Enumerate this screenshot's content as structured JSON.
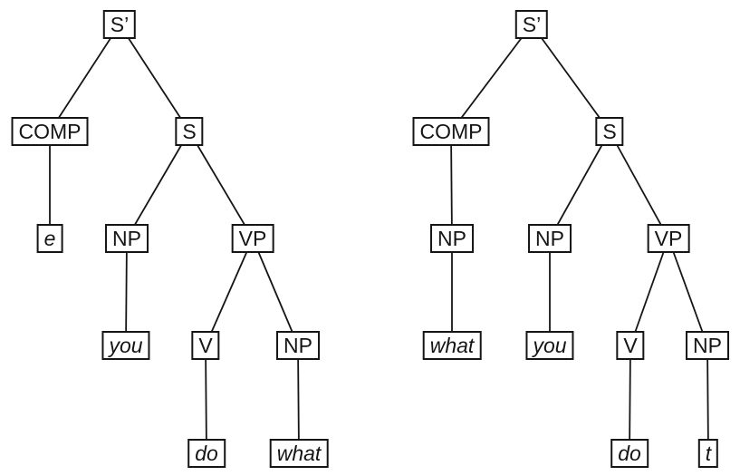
{
  "page": {
    "background": "#ffffff"
  },
  "diagram": {
    "type": "syntax_trees",
    "line_color": "#151515",
    "box": {
      "border_color": "#151515",
      "fill": "#ffffff"
    },
    "trees": [
      {
        "position": "left",
        "nodes": {
          "sbar": "S’",
          "comp": "COMP",
          "s": "S",
          "e": "e",
          "np_subj": "NP",
          "vp": "VP",
          "you": "you",
          "v": "V",
          "np_obj": "NP",
          "do": "do",
          "what": "what"
        },
        "edges": [
          [
            "sbar",
            "comp"
          ],
          [
            "sbar",
            "s"
          ],
          [
            "comp",
            "e"
          ],
          [
            "s",
            "np_subj"
          ],
          [
            "s",
            "vp"
          ],
          [
            "np_subj",
            "you"
          ],
          [
            "vp",
            "v"
          ],
          [
            "vp",
            "np_obj"
          ],
          [
            "v",
            "do"
          ],
          [
            "np_obj",
            "what"
          ]
        ]
      },
      {
        "position": "right",
        "nodes": {
          "sbar": "S’",
          "comp": "COMP",
          "s": "S",
          "np_comp": "NP",
          "what": "what",
          "np_subj": "NP",
          "you": "you",
          "vp": "VP",
          "v": "V",
          "np_obj": "NP",
          "do": "do",
          "t": "t"
        },
        "edges": [
          [
            "sbar",
            "comp"
          ],
          [
            "sbar",
            "s"
          ],
          [
            "comp",
            "np_comp"
          ],
          [
            "np_comp",
            "what"
          ],
          [
            "s",
            "np_subj"
          ],
          [
            "s",
            "vp"
          ],
          [
            "np_subj",
            "you"
          ],
          [
            "vp",
            "v"
          ],
          [
            "vp",
            "np_obj"
          ],
          [
            "v",
            "do"
          ],
          [
            "np_obj",
            "t"
          ]
        ]
      }
    ]
  }
}
